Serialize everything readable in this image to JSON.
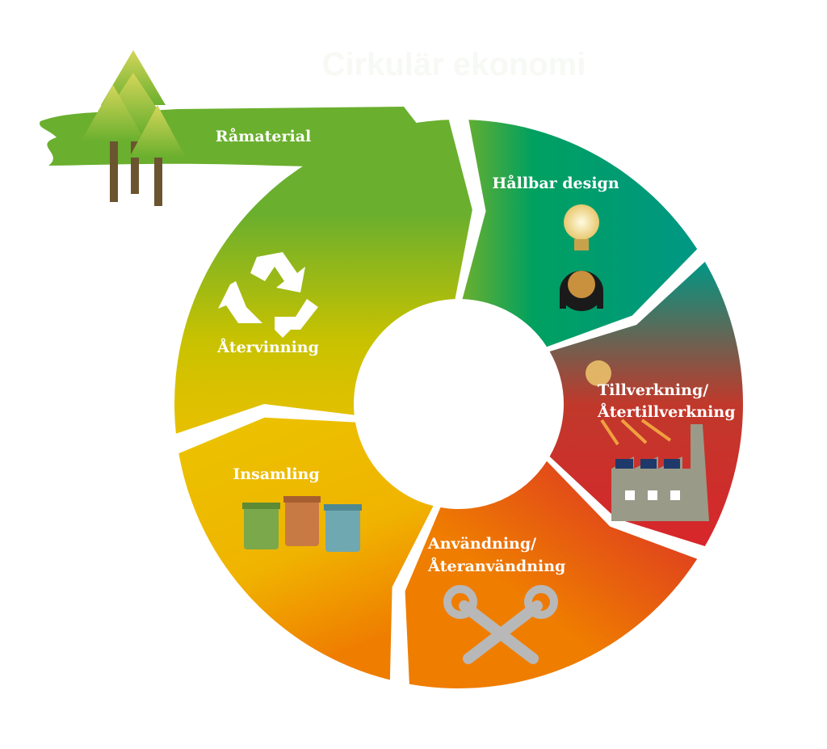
{
  "title": "Cirkulär ekonomi",
  "stages": [
    {
      "id": "ramaterial",
      "label": "Råmaterial",
      "icon": "tree-icon"
    },
    {
      "id": "hallbar-design",
      "label": "Hållbar design",
      "icon": "lightbulb-icon"
    },
    {
      "id": "tillverkning",
      "label_line1": "Tillverkning/",
      "label_line2": "Återtillverkning",
      "icon": "factory-icon"
    },
    {
      "id": "anvandning",
      "label_line1": "Användning/",
      "label_line2": "Återanvändning",
      "icon": "wrench-icon"
    },
    {
      "id": "insamling",
      "label": "Insamling",
      "icon": "bin-icon"
    },
    {
      "id": "atervinning",
      "label": "Återvinning",
      "icon": "recycle-icon"
    }
  ],
  "colors": {
    "green": "#6aaf2e",
    "teal": "#009784",
    "red": "#d8262b",
    "orange": "#ef7d00",
    "yellow": "#e8c000"
  }
}
